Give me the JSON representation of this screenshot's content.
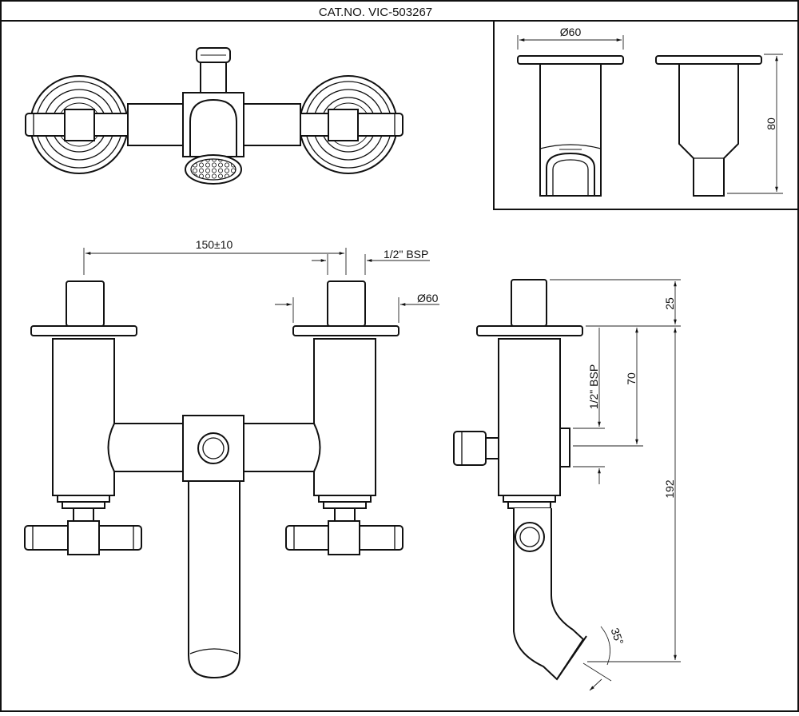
{
  "title": "CAT.NO. VIC-503267",
  "dimensions": {
    "inset_diameter": "Ø60",
    "inset_height": "80",
    "center_distance": "150±10",
    "thread_top": "1/2\" BSP",
    "flange_diameter": "Ø60",
    "side_top": "25",
    "side_height": "70",
    "side_thread": "1/2\" BSP",
    "side_overall": "192",
    "spout_angle": "35°"
  },
  "colors": {
    "line": "#111111",
    "background": "#ffffff"
  }
}
